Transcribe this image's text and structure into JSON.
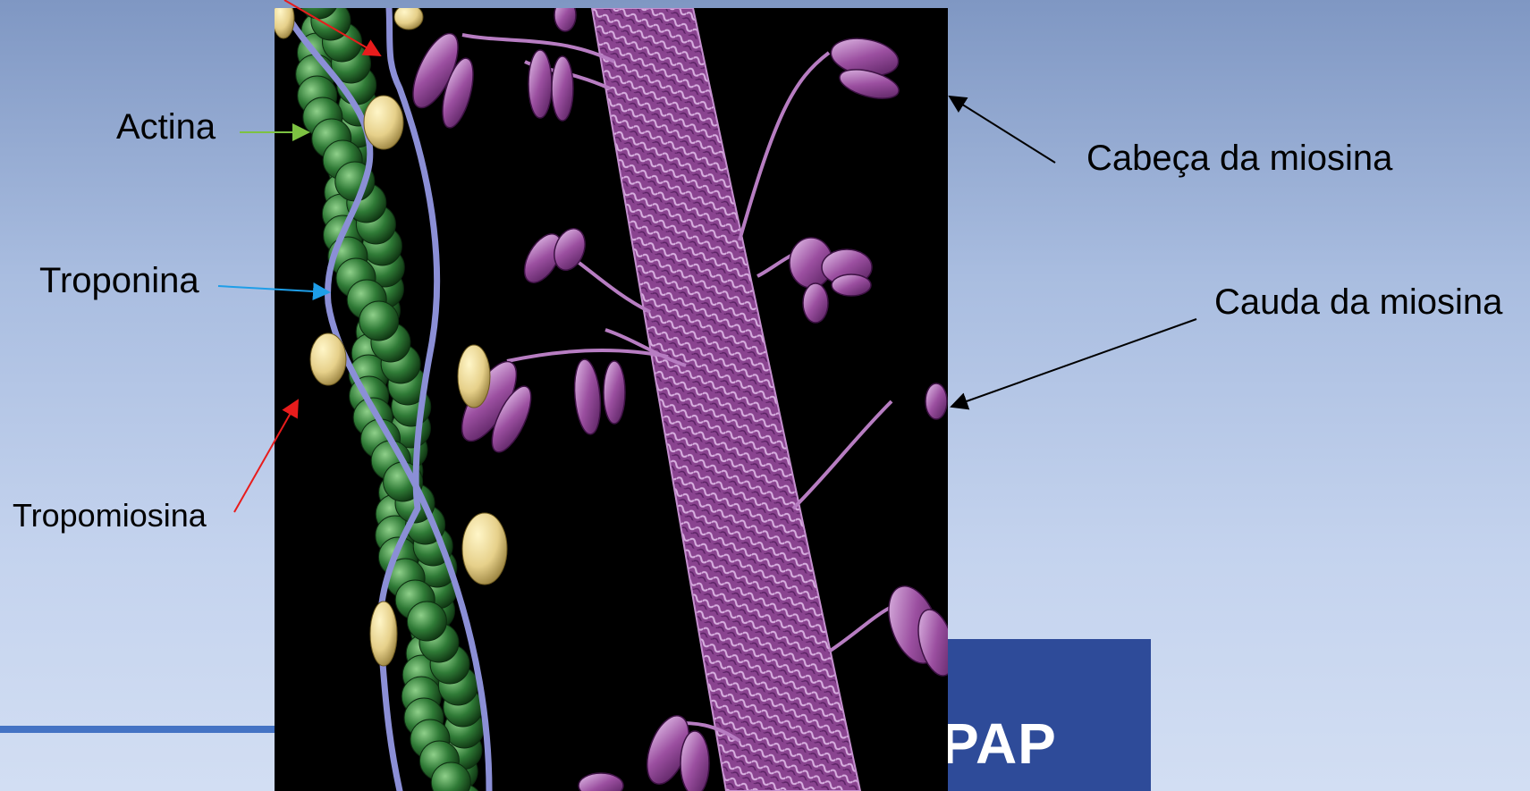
{
  "labels": {
    "actina": "Actina",
    "troponina": "Troponina",
    "tropomiosina": "Tropomiosina",
    "cabeca_miosina": "Cabeça da miosina",
    "cauda_miosina": "Cauda da miosina"
  },
  "logo": {
    "text": "PAP"
  },
  "colors": {
    "actin": "#2f7a36",
    "troponin": "#e6d08a",
    "tropomyosin": "#8b8fd6",
    "myosin": "#9b4fa0",
    "arrow_actina": "#7dc242",
    "arrow_troponina": "#1e9ee8",
    "arrow_tropomiosina": "#e81c1c",
    "arrow_miosina": "#000000",
    "logo_bg": "#2e4b99",
    "footer_line": "#4473c4"
  }
}
